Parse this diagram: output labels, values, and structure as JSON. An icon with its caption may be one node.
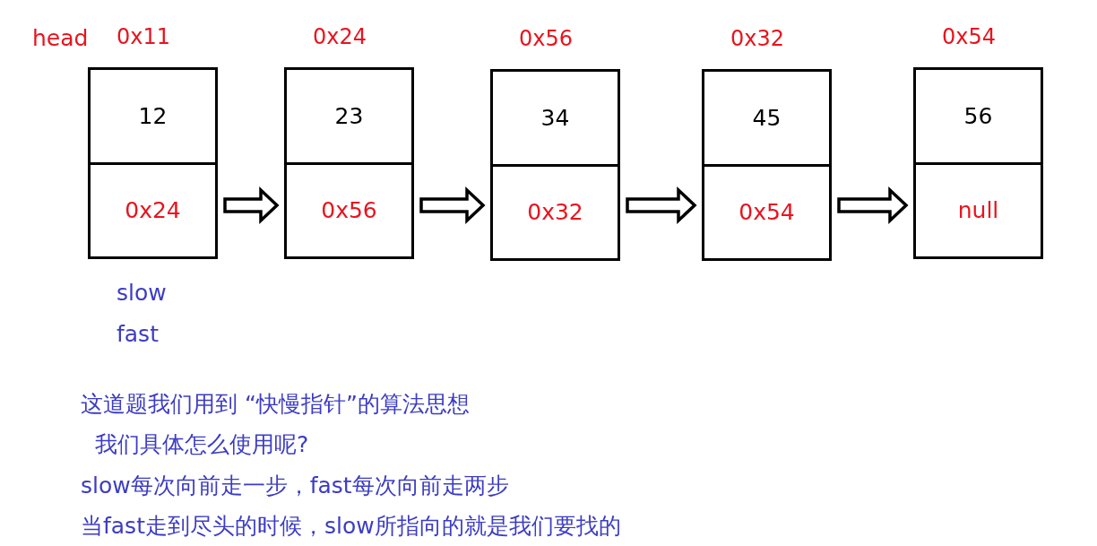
{
  "diagram": {
    "nodes": [
      {
        "text": [
          "12",
          "0x24"
        ],
        "beside": [
          "0x11"
        ]
      },
      {
        "text": [
          "23",
          "0x56"
        ],
        "beside": [
          "0x24"
        ]
      },
      {
        "text": [
          "34",
          "0x32"
        ],
        "beside": [
          "0x56"
        ]
      },
      {
        "text": [
          "45",
          "0x54"
        ],
        "beside": [
          "0x32"
        ]
      },
      {
        "text": [
          "56",
          "null"
        ],
        "beside": [
          "0x54"
        ]
      }
    ],
    "edges": [
      {
        "from": 0,
        "to": 1,
        "arrow": "to"
      },
      {
        "from": 1,
        "to": 2,
        "arrow": "to"
      },
      {
        "from": 2,
        "to": 3,
        "arrow": "to"
      },
      {
        "from": 3,
        "to": 4,
        "arrow": "to"
      }
    ],
    "labels": [
      "head",
      "slow",
      "fast",
      "这道题我们用到 “快慢指针”的算法思想",
      "我们具体怎么使用呢?",
      "slow每次向前走一步，fast每次向前走两步",
      "当fast走到尽头的时候，slow所指向的就是我们要找的"
    ]
  }
}
